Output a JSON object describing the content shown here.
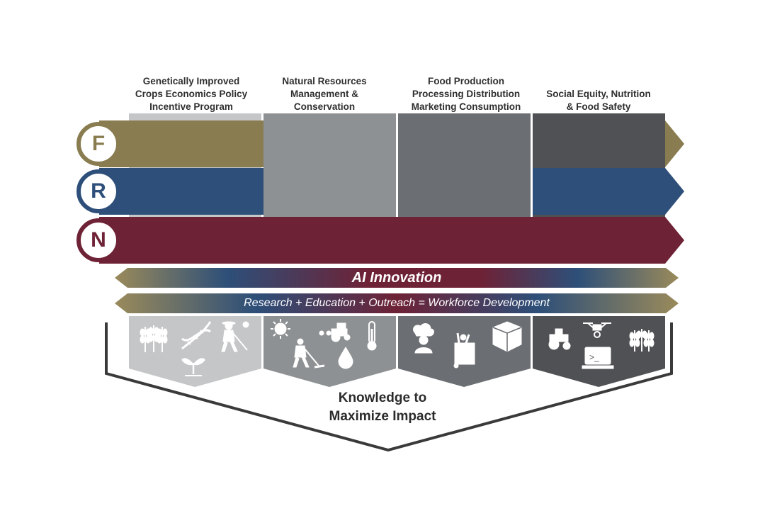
{
  "columns": [
    {
      "lines": [
        "Genetically Improved",
        "Crops Economics Policy",
        "Incentive Program"
      ]
    },
    {
      "lines": [
        "Natural Resources",
        "Management &",
        "Conservation"
      ]
    },
    {
      "lines": [
        "Food Production",
        "Processing Distribution",
        "Marketing Consumption"
      ]
    },
    {
      "lines": [
        "Social Equity, Nutrition",
        "& Food Safety"
      ]
    }
  ],
  "rows": [
    {
      "letter": "F",
      "color": "#887c50"
    },
    {
      "letter": "R",
      "color": "#2d4f79"
    },
    {
      "letter": "N",
      "color": "#6e2236"
    }
  ],
  "column_colors": [
    "#c4c6c7",
    "#8e9193",
    "#6b6e72",
    "#4f5154"
  ],
  "ai_band": {
    "label": "AI Innovation"
  },
  "workforce_band": {
    "label": "Research + Education + Outreach = Workforce Development"
  },
  "icons": [
    [
      "wheat-icon",
      "dna-icon",
      "farmer-icon",
      "seedling-icon"
    ],
    [
      "sun-icon",
      "tractor-icon",
      "thermometer-icon",
      "farmer-hoe-icon",
      "water-drop-icon"
    ],
    [
      "chef-icon",
      "grocery-bag-icon",
      "box-checklist-icon"
    ],
    [
      "tractor-icon",
      "drone-icon",
      "wheat-icon",
      "laptop-icon"
    ]
  ],
  "bottom": {
    "line1": "Knowledge to",
    "line2": "Maximize Impact"
  }
}
